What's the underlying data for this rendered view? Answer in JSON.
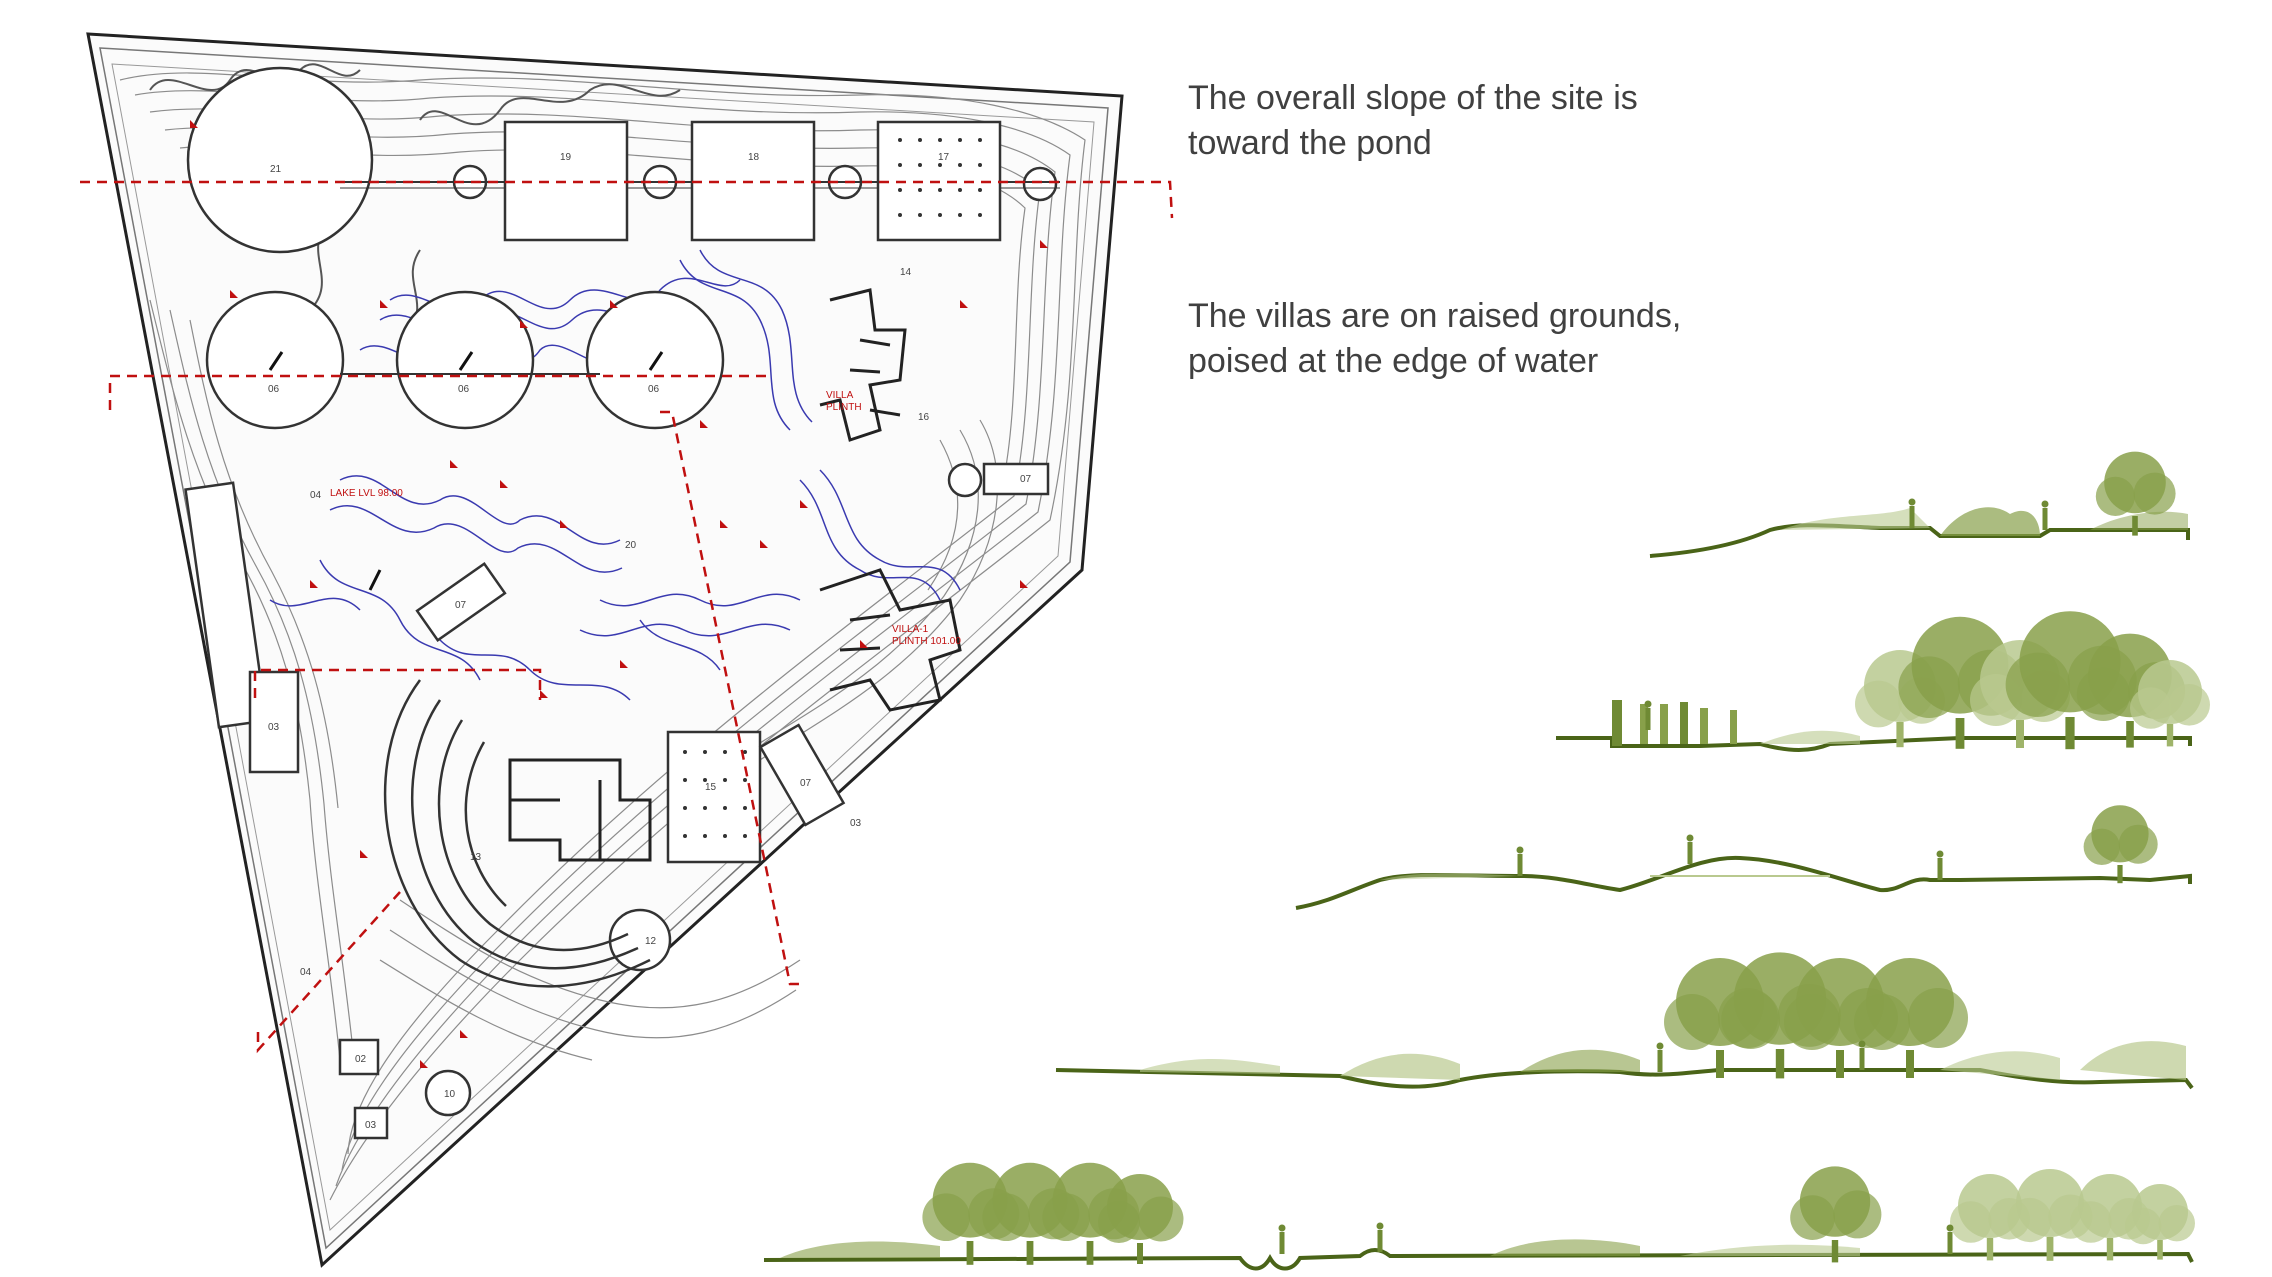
{
  "annotations": [
    {
      "line1": "The overall slope of the site is",
      "line2": "toward the pond"
    },
    {
      "line1": "The villas are on raised grounds,",
      "line2": "poised at the edge of water"
    }
  ],
  "plan_labels": {
    "lake_level": "LAKE LVL 98.00",
    "villa_a": "VILLA",
    "villa_a_plinth": "PLINTH",
    "villa_b": "VILLA-1",
    "villa_b_plinth": "PLINTH 101.00",
    "zones": [
      "21",
      "19",
      "18",
      "17",
      "06",
      "06",
      "06",
      "20",
      "14",
      "16",
      "07",
      "07",
      "15",
      "13",
      "12",
      "10",
      "02",
      "03",
      "03",
      "04",
      "04",
      "07",
      "03"
    ]
  },
  "colors": {
    "contour": "#8c8c8c",
    "pond_contour": "#3a3ab0",
    "section_line": "#c01010",
    "ground_line": "#4a6418",
    "vegetation": "#88a04a",
    "vegetation_light": "#b9c98f",
    "text": "#404040"
  },
  "icons": [
    "tree-icon",
    "human-figure-icon",
    "north-arrow-icon"
  ]
}
